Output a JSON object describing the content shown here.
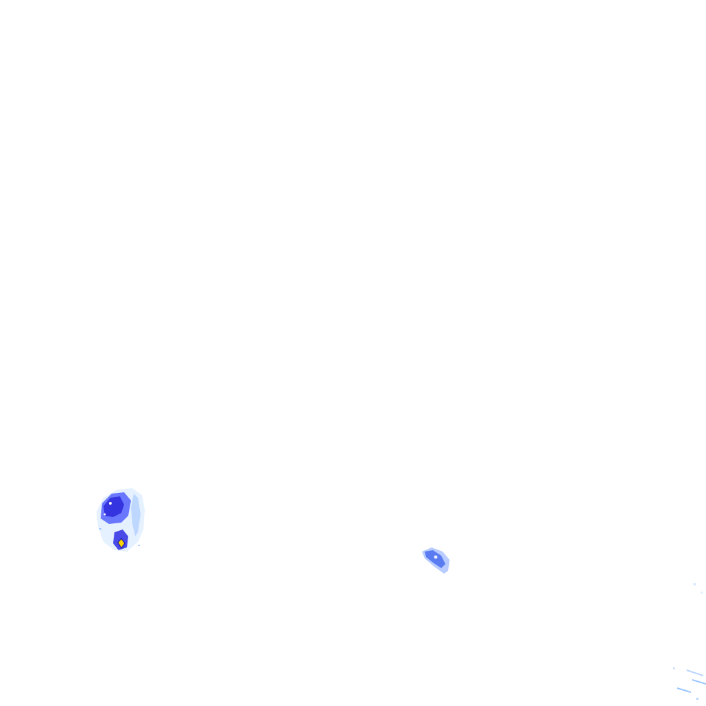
{
  "map": {
    "background": "#ffffff",
    "legend_scale": [
      "#dbeeff",
      "#9cc6ff",
      "#5a8cff",
      "#3a3ae8",
      "#2424c8",
      "#ffd400"
    ],
    "clusters": [
      {
        "label": "west-cluster",
        "colors": [
          "#3a3ae8",
          "#6a78ff",
          "#b8d4ff"
        ],
        "hotspot_color": "#ffd400"
      },
      {
        "label": "central-cluster",
        "colors": [
          "#5a7cf0",
          "#9bb6ff"
        ]
      },
      {
        "label": "southeast-edge-cluster",
        "colors": [
          "#9cc6ff",
          "#cfe3ff"
        ]
      }
    ]
  }
}
